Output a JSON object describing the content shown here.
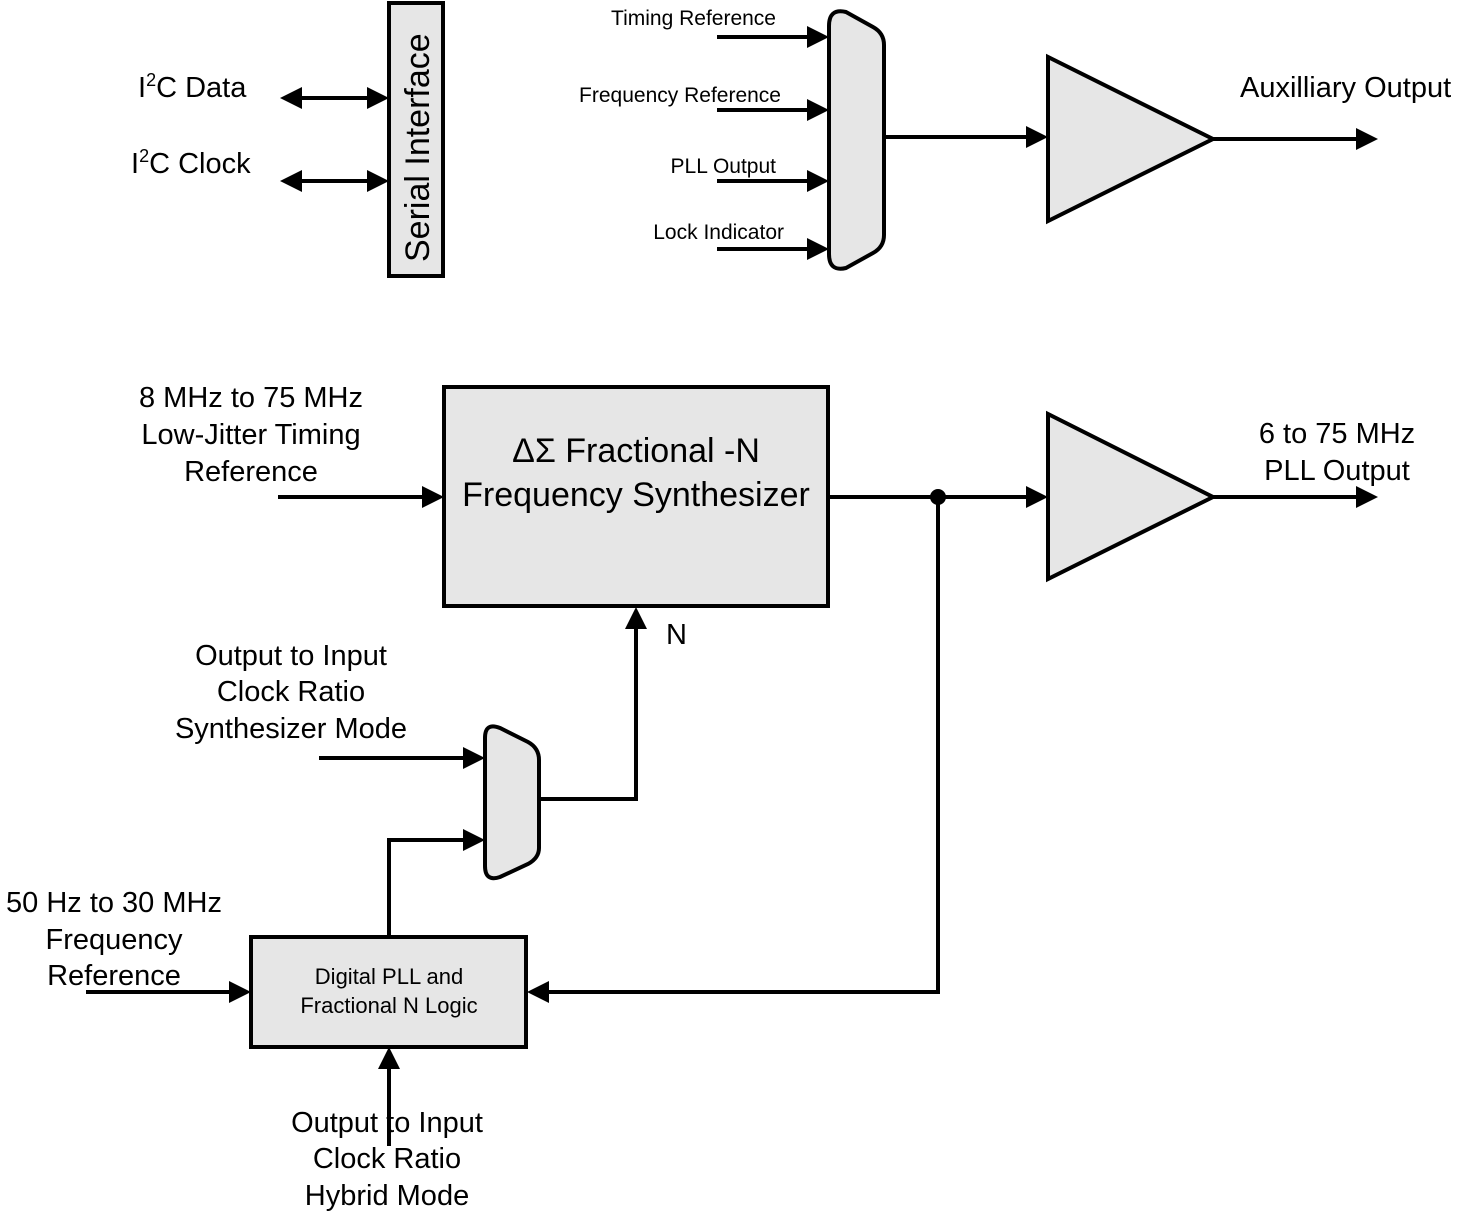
{
  "diagram": {
    "serial_interface": {
      "label": "Serial Interface",
      "ports": [
        {
          "prefix": "I",
          "superscript": "2",
          "suffix": "C Data"
        },
        {
          "prefix": "I",
          "superscript": "2",
          "suffix": "C Clock"
        }
      ]
    },
    "aux_mux": {
      "inputs": [
        "Timing Reference",
        "Frequency Reference",
        "PLL Output",
        "Lock Indicator"
      ]
    },
    "aux_buffer": {
      "output_label": "Auxilliary Output"
    },
    "synthesizer": {
      "line1": "ΔΣ Fractional -N",
      "line2": "Frequency Synthesizer",
      "n_label": "N",
      "input_label": [
        "8 MHz to 75 MHz",
        "Low-Jitter Timing",
        "Reference"
      ]
    },
    "pll_buffer": {
      "output_label": [
        "6 to 75 MHz",
        "PLL Output"
      ]
    },
    "n_mux": {
      "input_label": [
        "Output to Input",
        "Clock Ratio",
        "Synthesizer Mode"
      ]
    },
    "digital_pll": {
      "line1": "Digital PLL and",
      "line2": "Fractional N Logic",
      "input_label": [
        "50 Hz to 30 MHz",
        "Frequency",
        "Reference"
      ],
      "bottom_label": [
        "Output to Input",
        "Clock Ratio",
        "Hybrid Mode"
      ]
    },
    "colors": {
      "block_fill": "#e6e6e6",
      "stroke": "#000000",
      "background": "#ffffff"
    }
  }
}
